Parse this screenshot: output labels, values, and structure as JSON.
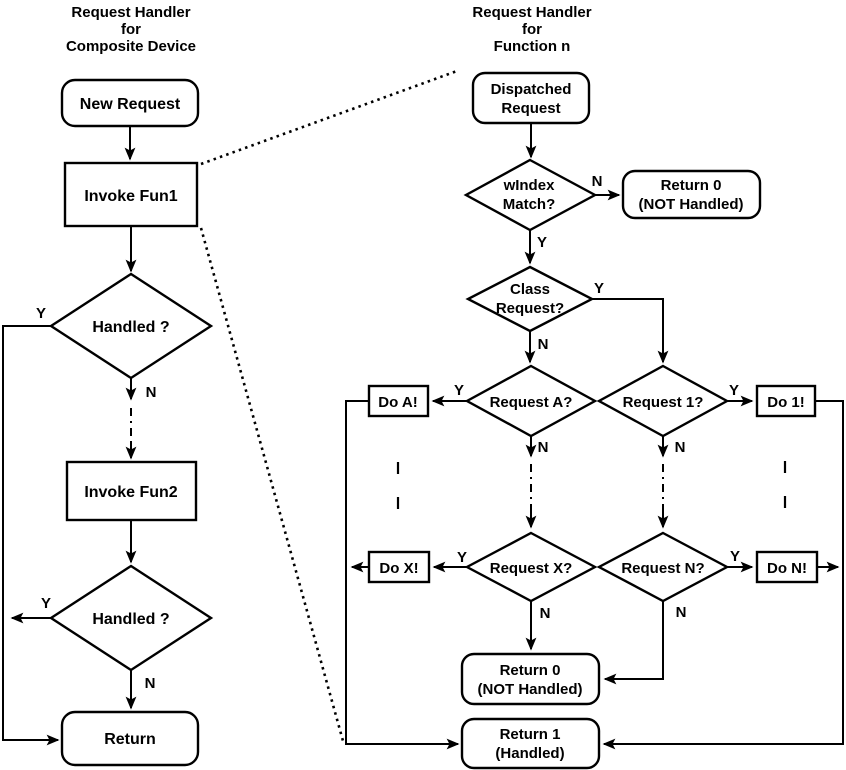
{
  "colors": {
    "ink": "#000000",
    "background": "#ffffff"
  },
  "branch": {
    "yes": "Y",
    "no": "N"
  },
  "left_chart": {
    "title_lines": [
      "Request Handler",
      "for",
      "Composite Device"
    ],
    "nodes": {
      "new_request": "New Request",
      "invoke_fun1": "Invoke Fun1",
      "handled_1": "Handled ?",
      "invoke_fun2": "Invoke Fun2",
      "handled_2": "Handled ?",
      "return": "Return"
    }
  },
  "right_chart": {
    "title_lines": [
      "Request Handler",
      "for",
      "Function n"
    ],
    "nodes": {
      "dispatched": [
        "Dispatched",
        "Request"
      ],
      "windex": [
        "wIndex",
        "Match?"
      ],
      "return0_top": [
        "Return 0",
        "(NOT Handled)"
      ],
      "class_request": [
        "Class",
        "Request?"
      ],
      "request_a": "Request A?",
      "request_1": "Request 1?",
      "do_a": "Do A!",
      "do_1": "Do 1!",
      "request_x": "Request X?",
      "request_n": "Request N?",
      "do_x": "Do X!",
      "do_n": "Do N!",
      "return0_bottom": [
        "Return 0",
        "(NOT Handled)"
      ],
      "return1": [
        "Return 1",
        "(Handled)"
      ]
    }
  }
}
